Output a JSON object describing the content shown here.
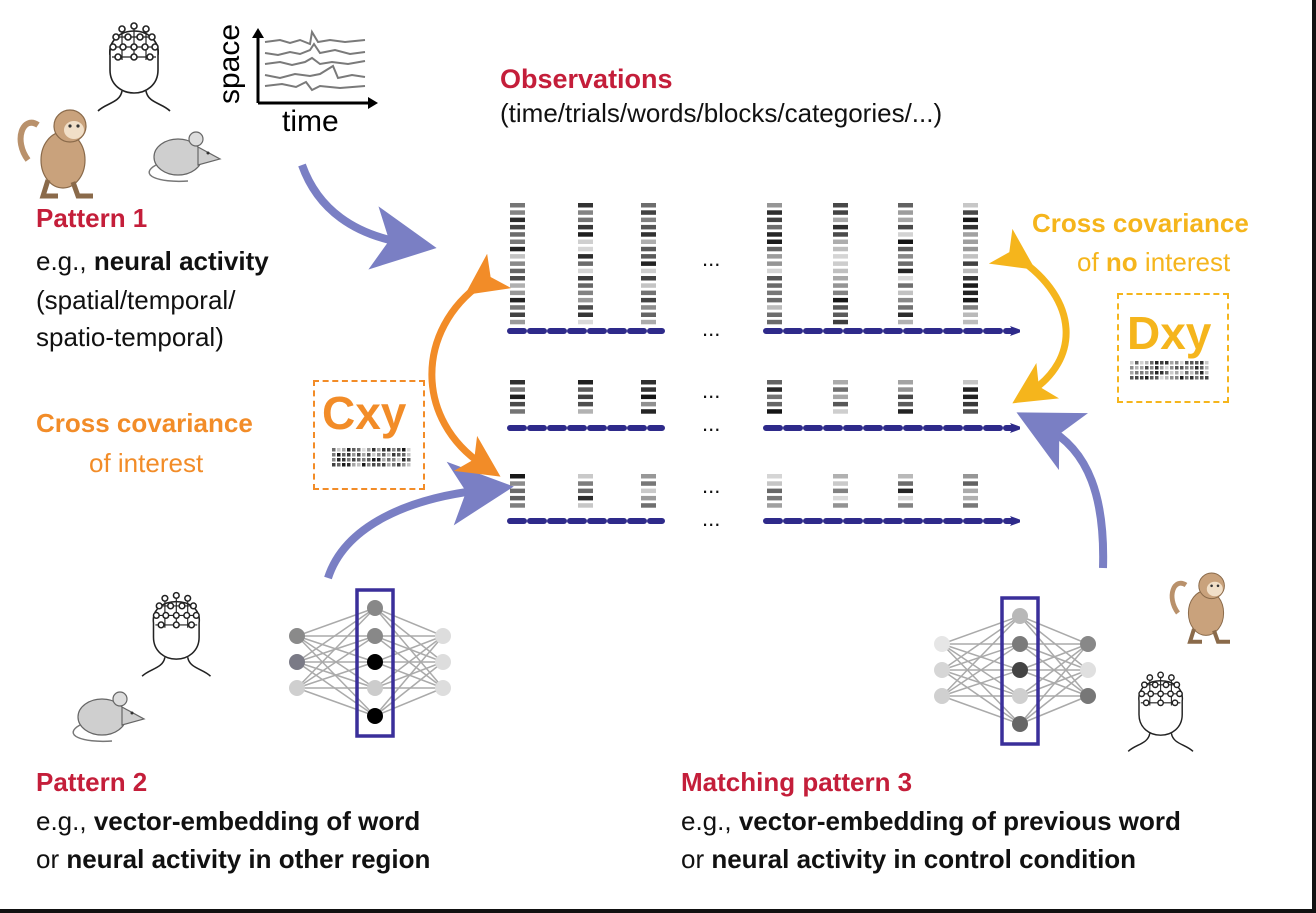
{
  "colors": {
    "title_red": "#c41e3a",
    "interest_orange": "#f28c28",
    "no_interest_yellow": "#f5b51c",
    "arrow_purple": "#7a7fc4",
    "dashed_navy": "#2e2a8a",
    "nn_box": "#3a2f9a"
  },
  "inset": {
    "ylabel": "space",
    "xlabel": "time"
  },
  "observations": {
    "title": "Observations",
    "subtitle": "(time/trials/words/blocks/categories/...)",
    "ellipsis": "..."
  },
  "pattern1": {
    "title": "Pattern 1",
    "prefix": "e.g., ",
    "bold": "neural activity",
    "line2": "(spatial/temporal/",
    "line3": "spatio-temporal)"
  },
  "cross_interest": {
    "line1": "Cross covariance",
    "line2": "of interest",
    "symbol": "Cxy"
  },
  "cross_no_interest": {
    "line1": "Cross covariance",
    "line2_pre": "of ",
    "line2_bold": "no",
    "line2_post": " interest",
    "symbol": "Dxy"
  },
  "pattern2": {
    "title": "Pattern 2",
    "line1_pre": "e.g., ",
    "line1_bold": "vector-embedding of word",
    "line2_pre": "or ",
    "line2_bold": "neural activity in other region"
  },
  "pattern3": {
    "title": "Matching pattern 3",
    "line1_pre": "e.g., ",
    "line1_bold": "vector-embedding of previous word",
    "line2_pre": "or ",
    "line2_bold": "neural activity in control condition"
  },
  "icons": [
    "eeg-head-icon",
    "monkey-icon",
    "mouse-icon",
    "neural-network-icon",
    "time-series-icon"
  ]
}
